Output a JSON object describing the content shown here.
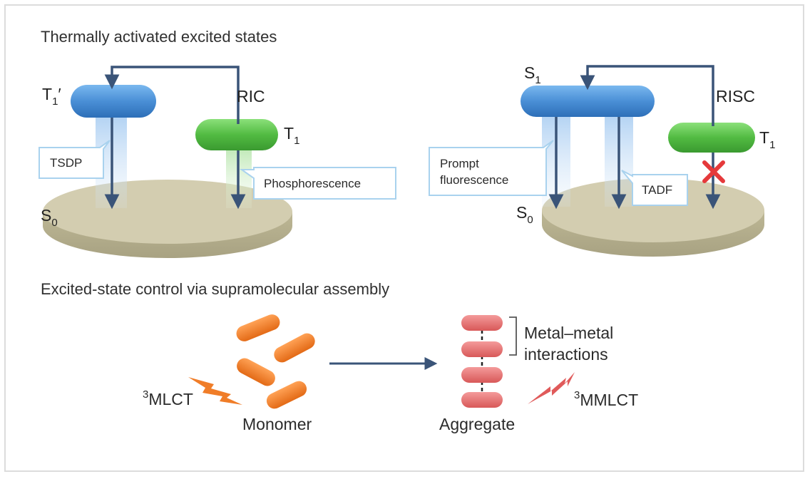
{
  "section_titles": {
    "top": "Thermally activated excited states",
    "bottom": "Excited-state control via supramolecular assembly"
  },
  "left_panel": {
    "t1prime_label": "T",
    "t1prime_sub": "1",
    "t1prime_prime": "′",
    "ric_label": "RIC",
    "t1_label": "T",
    "t1_sub": "1",
    "s0_label": "S",
    "s0_sub": "0",
    "tsdp_label": "TSDP",
    "phosphorescence_label": "Phosphorescence"
  },
  "right_panel": {
    "s1_label": "S",
    "s1_sub": "1",
    "risc_label": "RISC",
    "t1_label": "T",
    "t1_sub": "1",
    "s0_label": "S",
    "s0_sub": "0",
    "prompt_line1": "Prompt",
    "prompt_line2": "fluorescence",
    "tadf_label": "TADF"
  },
  "bottom_panel": {
    "mlct_sup": "3",
    "mlct_label": "MLCT",
    "monomer_label": "Monomer",
    "aggregate_label": "Aggregate",
    "metal_line1": "Metal–metal",
    "metal_line2": "interactions",
    "mmlct_sup": "3",
    "mmlct_label": "MMLCT"
  },
  "colors": {
    "arrow": "#3a5478",
    "blue_state": "#4a8fd6",
    "green_state": "#5cc04a",
    "disk": "#cdc7a8",
    "orange": "#f07d28",
    "red_pill": "#e86a6a",
    "cross": "#e5393b"
  }
}
